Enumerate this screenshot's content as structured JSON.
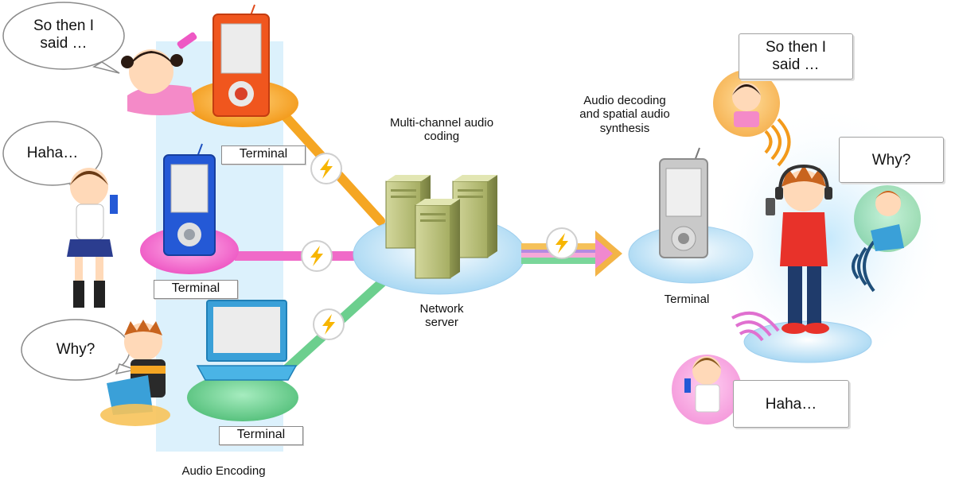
{
  "labels": {
    "multichannel_coding": "Multi-channel audio\ncoding",
    "audio_decoding": "Audio decoding\nand spatial audio\nsynthesis",
    "network_server": "Network\nserver",
    "terminal_right": "Terminal",
    "audio_encoding": "Audio Encoding"
  },
  "terminals": {
    "t1": "Terminal",
    "t2": "Terminal",
    "t3": "Terminal"
  },
  "bubbles_left": {
    "b1": "So then I\nsaid …",
    "b2": "Haha…",
    "b3": "Why?"
  },
  "bubbles_right": {
    "b1": "So then I\nsaid …",
    "b2": "Why?",
    "b3": "Haha…"
  },
  "colors": {
    "orange": "#f5a623",
    "pink": "#f06ac8",
    "green": "#6ccf8e",
    "blue_disc": "#bfe3f7",
    "server": "#b7bf7a"
  }
}
